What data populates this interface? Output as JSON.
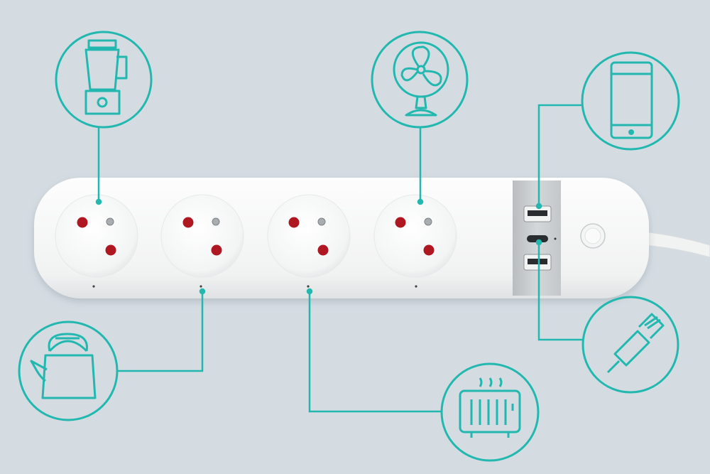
{
  "scene": {
    "background": "#d4dce2",
    "accent": "#22b8b0",
    "strip_color": "#f7f8f8",
    "pin_color": "#b01821",
    "usb_panel_color": "#c9ccce"
  },
  "power_strip": {
    "ac_outlets": [
      {
        "name": "outlet-1",
        "icon": "blender-icon"
      },
      {
        "name": "outlet-2",
        "icon": "kettle-icon"
      },
      {
        "name": "outlet-3",
        "icon": "heater-icon"
      },
      {
        "name": "outlet-4",
        "icon": "fan-icon"
      }
    ],
    "usb_ports": [
      {
        "name": "usb-a-top",
        "type": "USB-A",
        "icon": "smartphone-icon"
      },
      {
        "name": "usb-c",
        "type": "USB-C",
        "icon": "charging-cable-icon"
      },
      {
        "name": "usb-a-bottom",
        "type": "USB-A"
      }
    ],
    "switch": {
      "icon": "power-button-icon"
    }
  },
  "devices": [
    "blender-icon",
    "kettle-icon",
    "heater-icon",
    "fan-icon",
    "smartphone-icon",
    "charging-cable-icon"
  ]
}
